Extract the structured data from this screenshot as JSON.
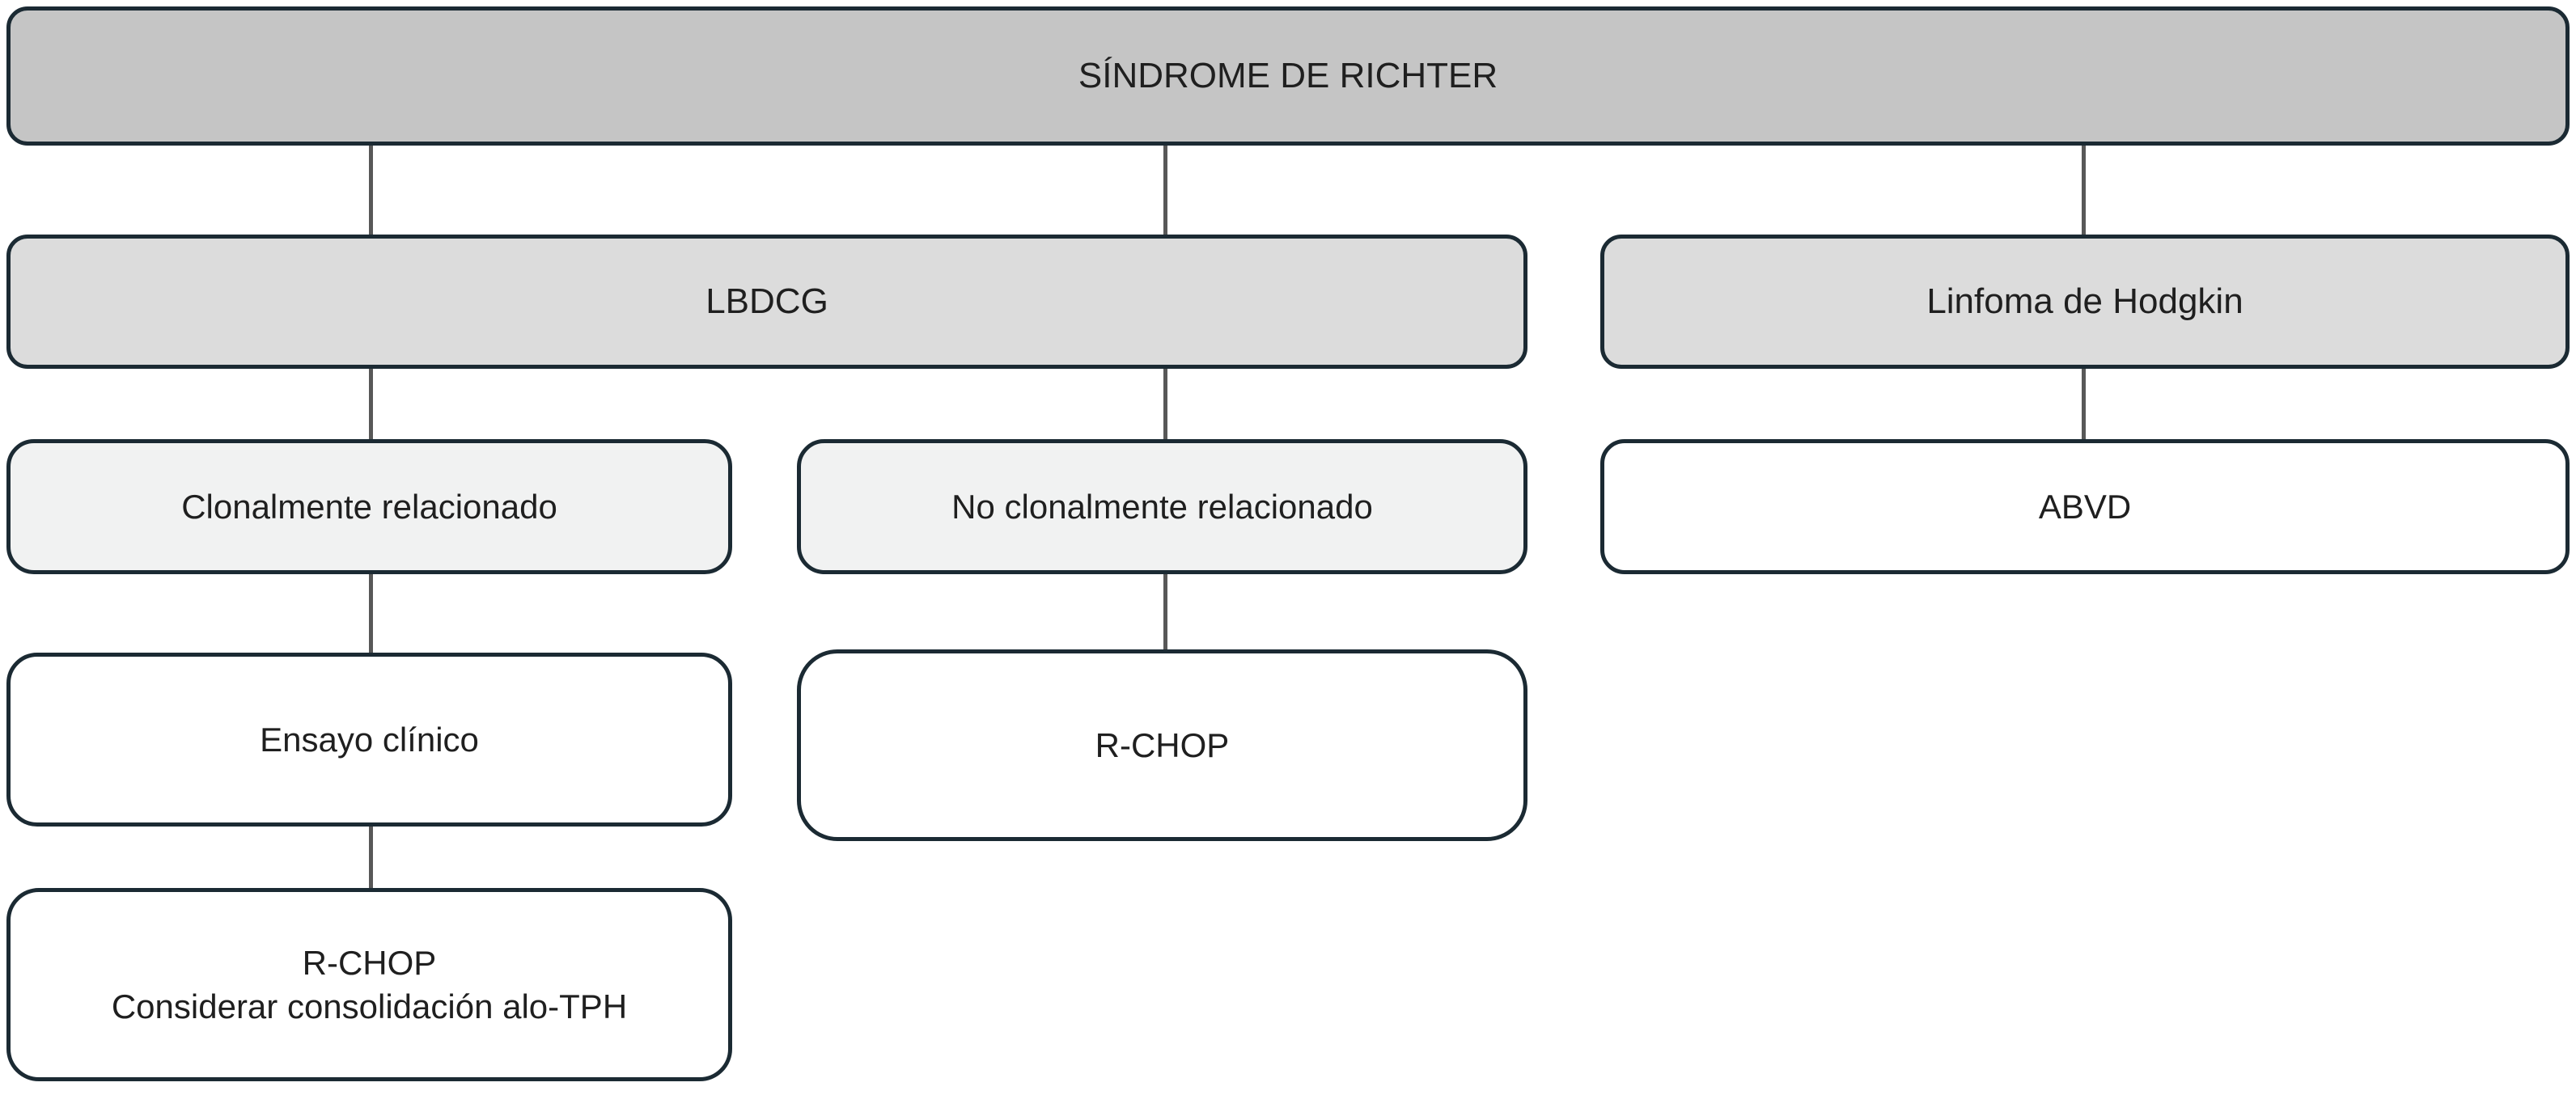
{
  "diagram": {
    "title": "SÍNDROME DE RICHTER",
    "type": "flowchart",
    "orientation": "top-down",
    "colors": {
      "root_fill": "#c5c5c5",
      "level2_fill": "#dcdcdc",
      "level3_fill": "#f1f2f2",
      "plain_fill": "#ffffff",
      "border": "#1b2a33",
      "connector": "#585858",
      "text": "#1f1f1f",
      "background": "#ffffff"
    },
    "nodes": {
      "root": {
        "label": "SÍNDROME DE RICHTER"
      },
      "lbdcg": {
        "label": "LBDCG"
      },
      "hodgkin": {
        "label": "Linfoma de Hodgkin"
      },
      "clonal": {
        "label": "Clonalmente relacionado"
      },
      "no_clonal": {
        "label": "No clonalmente relacionado"
      },
      "abvd": {
        "label": "ABVD"
      },
      "ensayo": {
        "label": "Ensayo clínico"
      },
      "rchop": {
        "label": "R-CHOP"
      },
      "rchop_consolidacion": {
        "label": "R-CHOP\nConsiderar consolidación alo-TPH"
      }
    },
    "edges": [
      {
        "from": "root",
        "to": "lbdcg"
      },
      {
        "from": "root",
        "to": "no_clonal"
      },
      {
        "from": "root",
        "to": "hodgkin"
      },
      {
        "from": "lbdcg",
        "to": "clonal"
      },
      {
        "from": "lbdcg",
        "to": "no_clonal"
      },
      {
        "from": "hodgkin",
        "to": "abvd"
      },
      {
        "from": "clonal",
        "to": "ensayo"
      },
      {
        "from": "no_clonal",
        "to": "rchop"
      },
      {
        "from": "ensayo",
        "to": "rchop_consolidacion"
      }
    ]
  }
}
